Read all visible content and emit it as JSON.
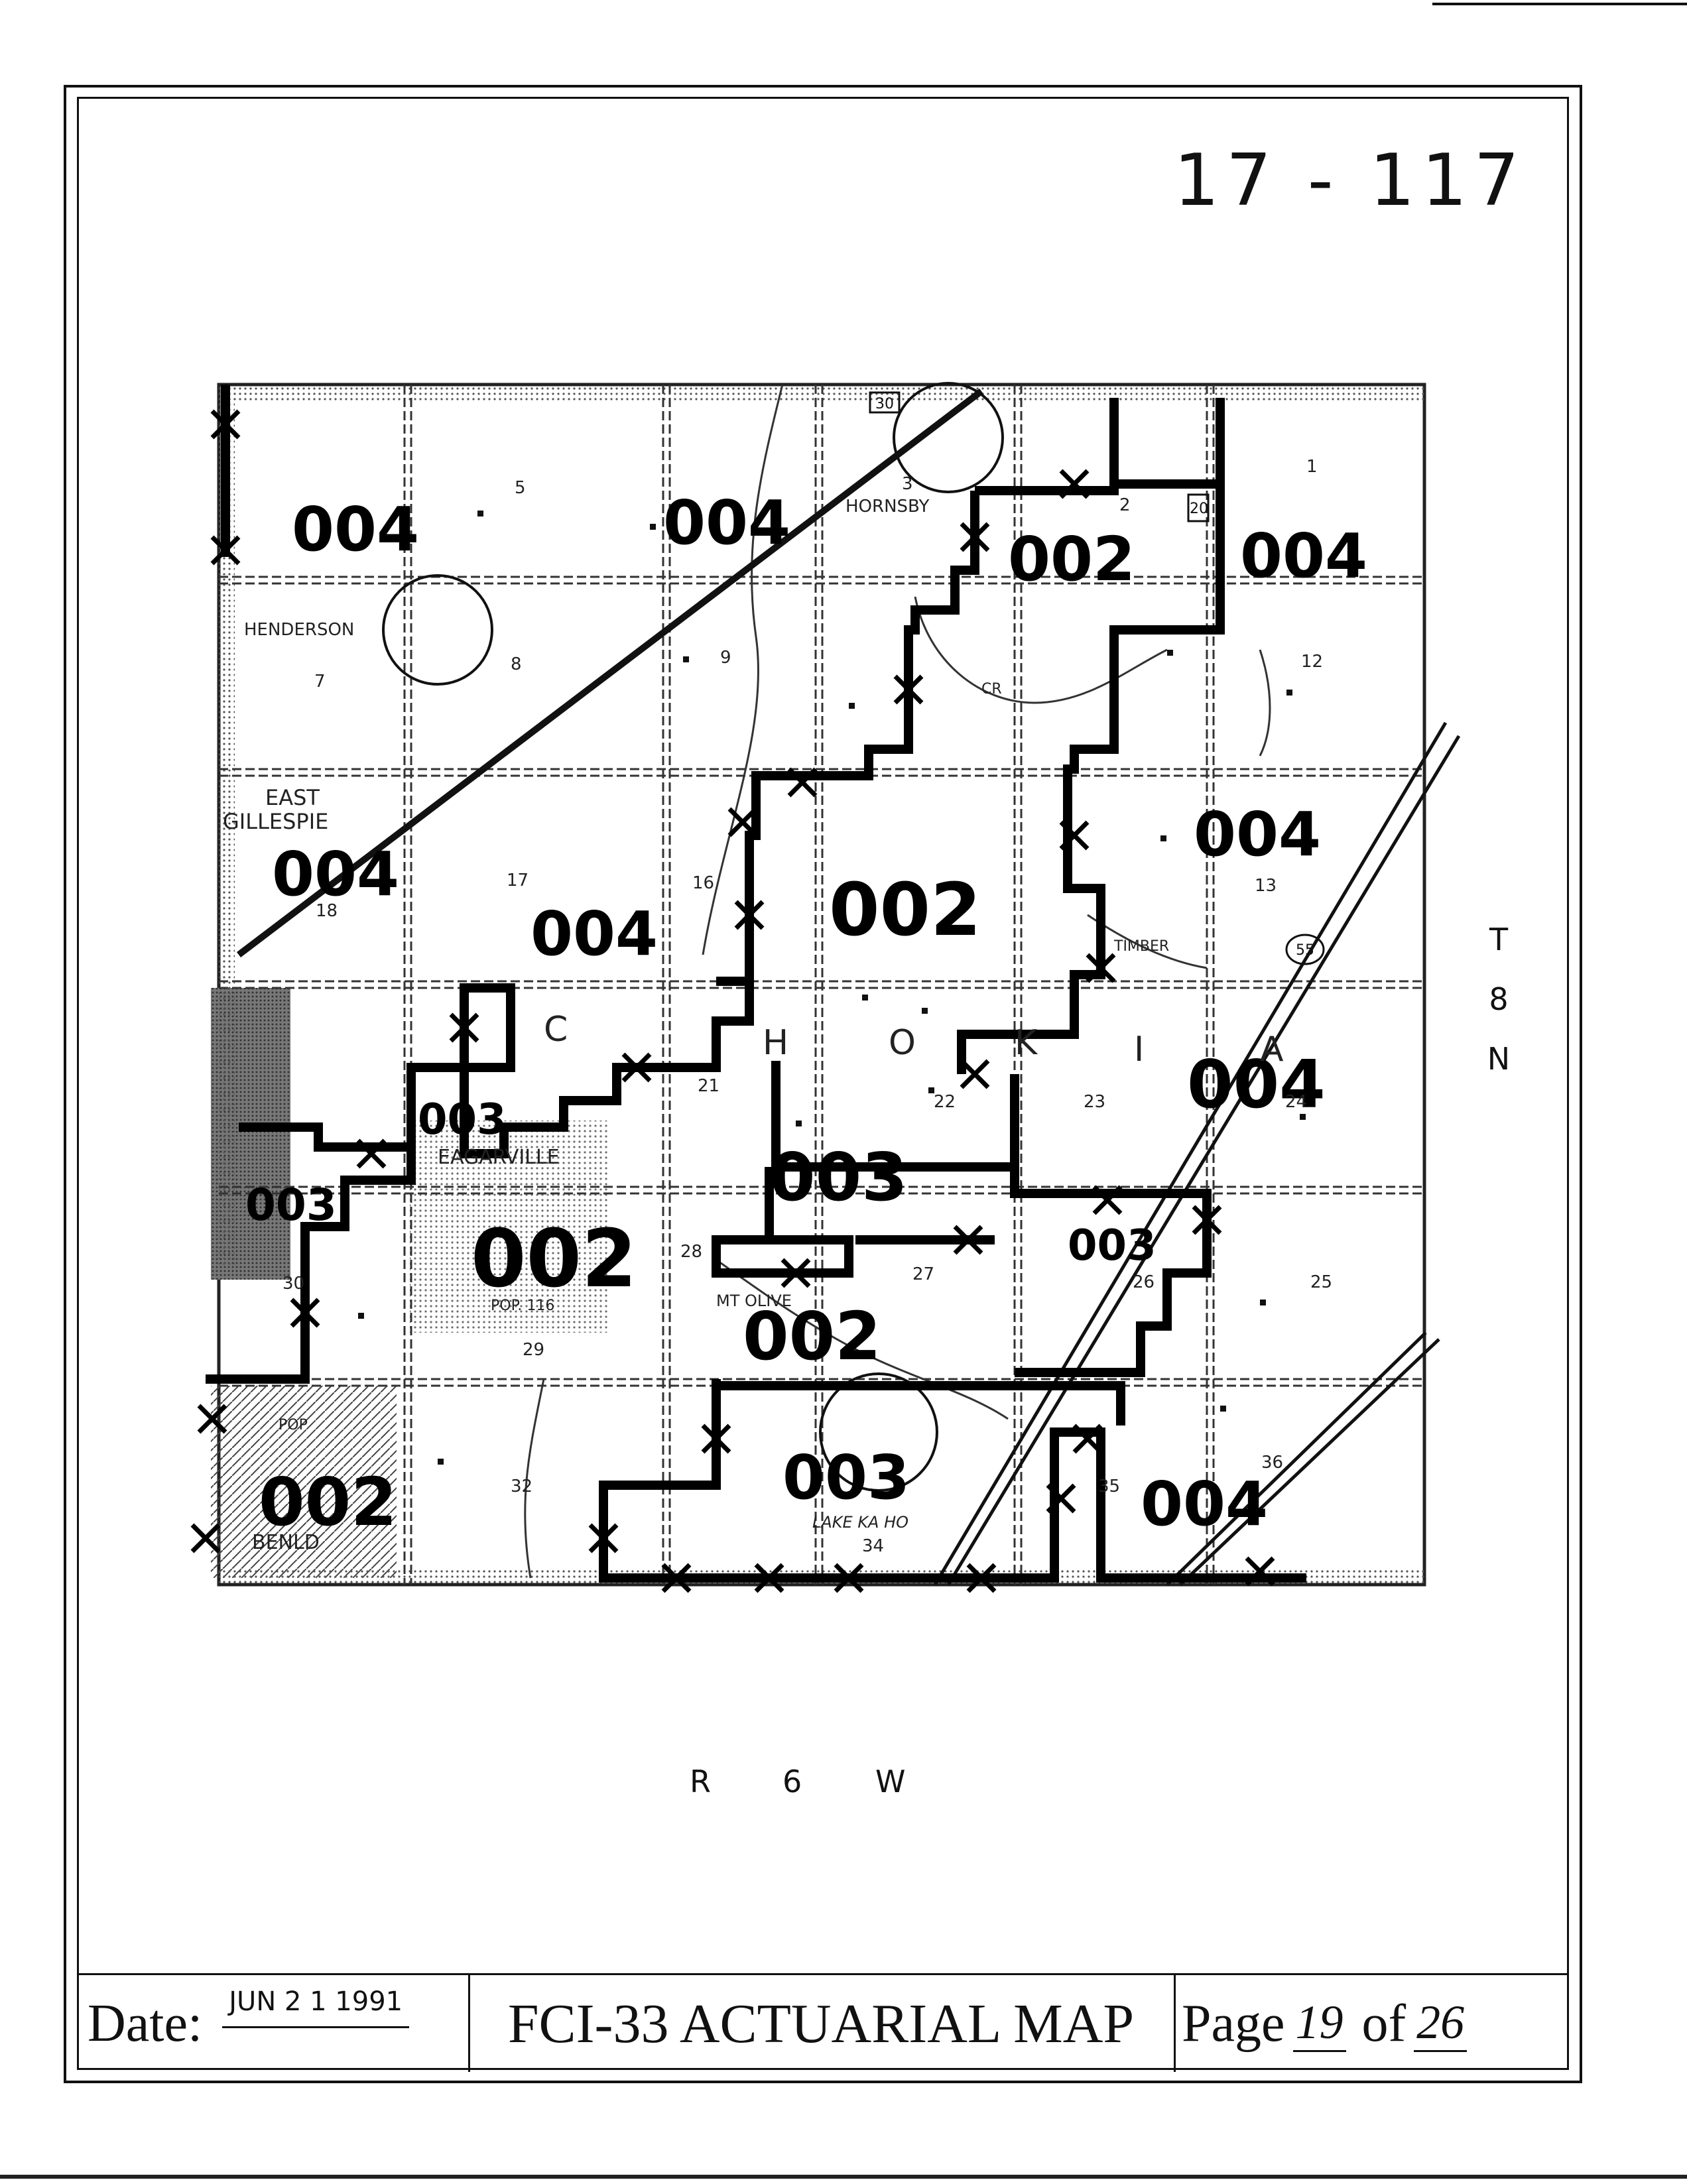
{
  "document": {
    "map_number": "17 - 117",
    "footer": {
      "date_label": "Date:",
      "date_value": "JUN 2 1 1991",
      "title": "FCI-33 ACTUARIAL MAP",
      "page_label": "Page",
      "page_number": "19",
      "of_label": "of",
      "page_total": "26"
    },
    "township_letters": [
      "T",
      "8",
      "N"
    ],
    "range_letters": [
      "R",
      "6",
      "W"
    ]
  },
  "map": {
    "zone_codes": [
      "004",
      "004",
      "002",
      "004",
      "004",
      "004",
      "002",
      "004",
      "003",
      "003",
      "002",
      "003",
      "003",
      "002",
      "003",
      "002",
      "004",
      "004"
    ],
    "places": [
      "HENDERSON",
      "HORNSBY",
      "EAST",
      "GILLESPIE",
      "EAGARVILLE",
      "MT OLIVE",
      "LAKE KA HO",
      "BENLD",
      "POP. 116",
      "POP",
      "TIMBER",
      "CR"
    ],
    "section_numbers": [
      "1",
      "2",
      "3",
      "5",
      "7",
      "8",
      "9",
      "12",
      "13",
      "16",
      "17",
      "18",
      "21",
      "22",
      "23",
      "24",
      "25",
      "26",
      "27",
      "28",
      "29",
      "30",
      "32",
      "34",
      "35",
      "36"
    ],
    "macoupin_letters": [
      "C",
      "H",
      "O",
      "K",
      "I",
      "A"
    ],
    "route_labels": [
      "30",
      "55",
      "20"
    ]
  }
}
